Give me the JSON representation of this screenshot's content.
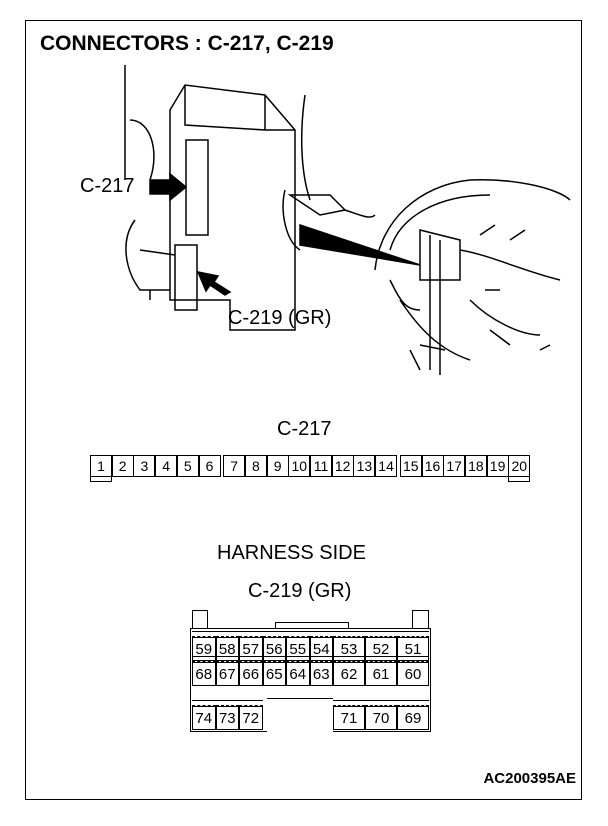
{
  "title": "CONNECTORS : C-217, C-219",
  "illustration": {
    "label_c217": "C-217",
    "label_c219": "C-219 (GR)"
  },
  "c217": {
    "name": "C-217",
    "pins": [
      "1",
      "2",
      "3",
      "4",
      "5",
      "6",
      "7",
      "8",
      "9",
      "10",
      "11",
      "12",
      "13",
      "14",
      "15",
      "16",
      "17",
      "18",
      "19",
      "20"
    ]
  },
  "c219": {
    "side_label": "HARNESS SIDE",
    "name": "C-219 (GR)",
    "rows": [
      [
        "59",
        "58",
        "57",
        "56",
        "55",
        "54",
        "53",
        "52",
        "51"
      ],
      [
        "68",
        "67",
        "66",
        "65",
        "64",
        "63",
        "62",
        "61",
        "60"
      ],
      [
        "74",
        "73",
        "72",
        "",
        "",
        "",
        "71",
        "70",
        "69"
      ]
    ]
  },
  "figure_code": "AC200395AE"
}
